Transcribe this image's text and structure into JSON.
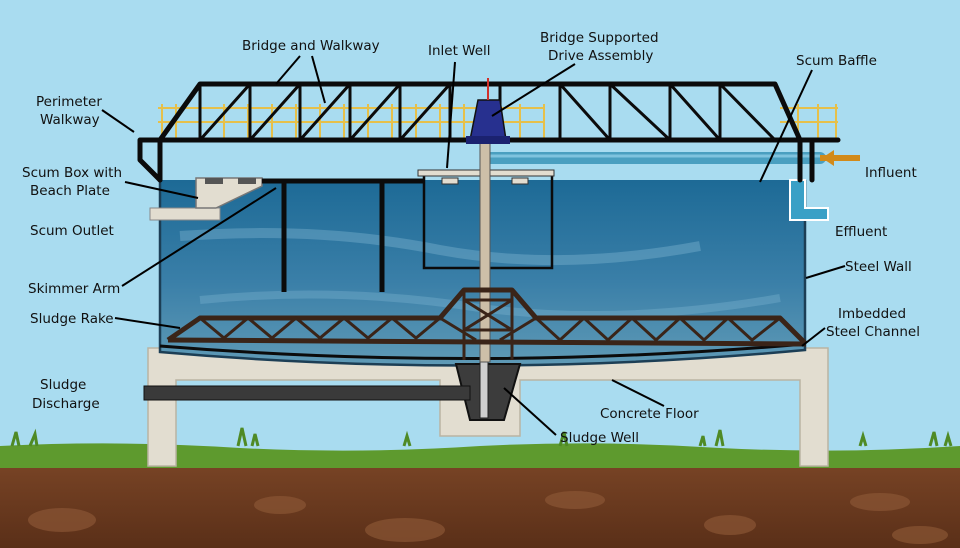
{
  "labels": {
    "bridge_walkway": "Bridge and Walkway",
    "inlet_well": "Inlet Well",
    "drive_line1": "Bridge Supported",
    "drive_line2": "Drive Assembly",
    "scum_baffle": "Scum Baffle",
    "perimeter_line1": "Perimeter",
    "perimeter_line2": "Walkway",
    "scum_box_line1": "Scum Box with",
    "scum_box_line2": "Beach Plate",
    "influent": "Influent",
    "scum_outlet": "Scum Outlet",
    "effluent": "Effluent",
    "steel_wall": "Steel Wall",
    "skimmer_arm": "Skimmer Arm",
    "sludge_rake": "Sludge Rake",
    "imbedded_line1": "Imbedded",
    "imbedded_line2": "Steel Channel",
    "sludge_discharge_line1": "Sludge",
    "sludge_discharge_line2": "Discharge",
    "concrete_floor": "Concrete Floor",
    "sludge_well": "Sludge Well"
  },
  "colors": {
    "sky": "#a9dcf0",
    "water_top": "#1d6a96",
    "water_bottom": "#4f8fb0",
    "bridge": "#0b0b0b",
    "railing": "#e6c04a",
    "drive_unit": "#27308f",
    "influent_pipe": "#4a9fc0",
    "influent_arrow": "#d28a1a",
    "concrete": "#e2ddd0",
    "sludge_rake": "#3a2418",
    "grass": "#5e9a2e",
    "soil": "#6b3a20"
  }
}
